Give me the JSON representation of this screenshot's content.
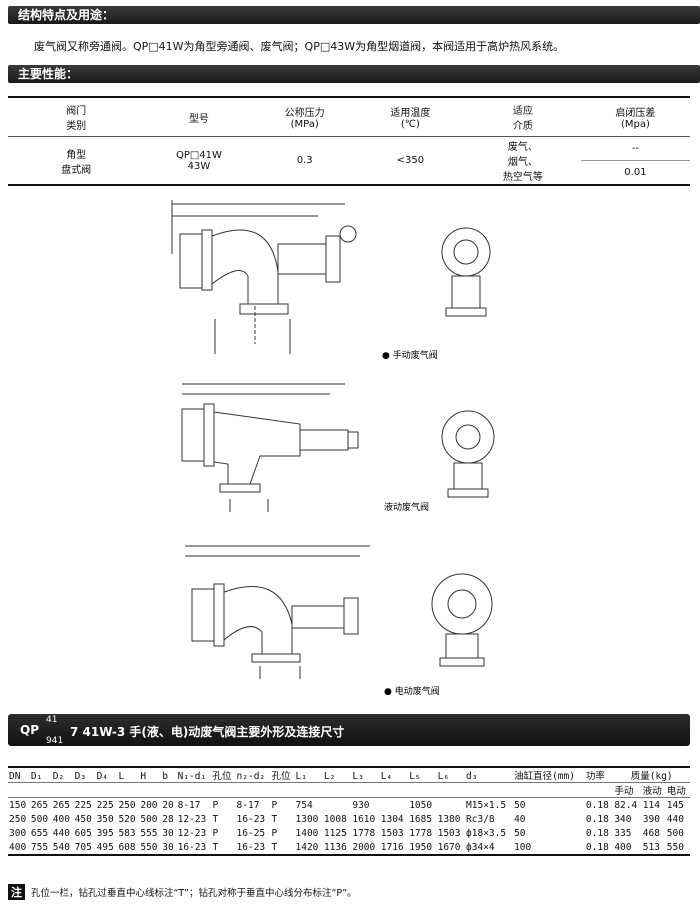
{
  "sections": {
    "features_title": "结构特点及用途：",
    "performance_title": "主要性能：",
    "intro": "废气阀又称旁通阀。QP□41W为角型旁通阀、废气阀；QP□43W为角型烟道阀，本阀适用于高炉热风系统。"
  },
  "performance": {
    "headers": [
      "阀门\n类别",
      "型号",
      "公称压力\n(MPa)",
      "适用温度\n(℃)",
      "适应\n介质",
      "启闭压差\n(Mpa)"
    ],
    "row": {
      "category": "角型\n盘式阀",
      "model": "QP□41W\n43W",
      "pressure": "0.3",
      "temperature": "<350",
      "media": "废气、\n烟气、\n热空气等",
      "diff1": "--",
      "diff2": "0.01"
    }
  },
  "diagrams": {
    "cap1": "● 手动废气阀",
    "cap2": "液动废气阀",
    "cap3": "● 电动废气阀"
  },
  "dims_title": {
    "pre": "QP",
    "sup": "41",
    "sub": "941",
    "rest": "7 41W-3 手(液、电)动废气阀主要外形及连接尺寸"
  },
  "dims": {
    "headers": [
      "DN",
      "D₁",
      "D₂",
      "D₃",
      "D₄",
      "L",
      "H",
      "b",
      "N₁-d₁",
      "孔位",
      "n₂-d₂",
      "孔位",
      "L₁",
      "L₂",
      "L₃",
      "L₄",
      "L₅",
      "L₆",
      "d₃",
      "油缸直径(mm)",
      "功率",
      "质量(kg)"
    ],
    "mass_sub": [
      "手动",
      "液动",
      "电动"
    ],
    "rows": [
      [
        "150",
        "265",
        "265",
        "225",
        "225",
        "250",
        "200",
        "20",
        "8-17",
        "P",
        "8-17",
        "P",
        "754",
        "",
        "930",
        "",
        "1050",
        "",
        "M15×1.5",
        "50",
        "0.18",
        "82.4",
        "114",
        "145"
      ],
      [
        "250",
        "500",
        "400",
        "450",
        "350",
        "520",
        "500",
        "28",
        "12-23",
        "T",
        "16-23",
        "T",
        "1300",
        "1008",
        "1610",
        "1304",
        "1685",
        "1380",
        "Rc3/8",
        "40",
        "0.18",
        "340",
        "390",
        "440"
      ],
      [
        "300",
        "655",
        "440",
        "605",
        "395",
        "583",
        "555",
        "30",
        "12-23",
        "P",
        "16-25",
        "P",
        "1400",
        "1125",
        "1778",
        "1503",
        "1778",
        "1503",
        "ф18×3.5",
        "50",
        "0.18",
        "335",
        "468",
        "500"
      ],
      [
        "400",
        "755",
        "540",
        "705",
        "495",
        "608",
        "550",
        "30",
        "16-23",
        "T",
        "16-23",
        "T",
        "1420",
        "1136",
        "2000",
        "1716",
        "1950",
        "1670",
        "ф34×4",
        "100",
        "0.18",
        "400",
        "513",
        "550"
      ]
    ]
  },
  "note": {
    "mark": "注",
    "text": "孔位一栏，钻孔过垂直中心线标注“T”；钻孔对称于垂直中心线分布标注“P”。"
  }
}
